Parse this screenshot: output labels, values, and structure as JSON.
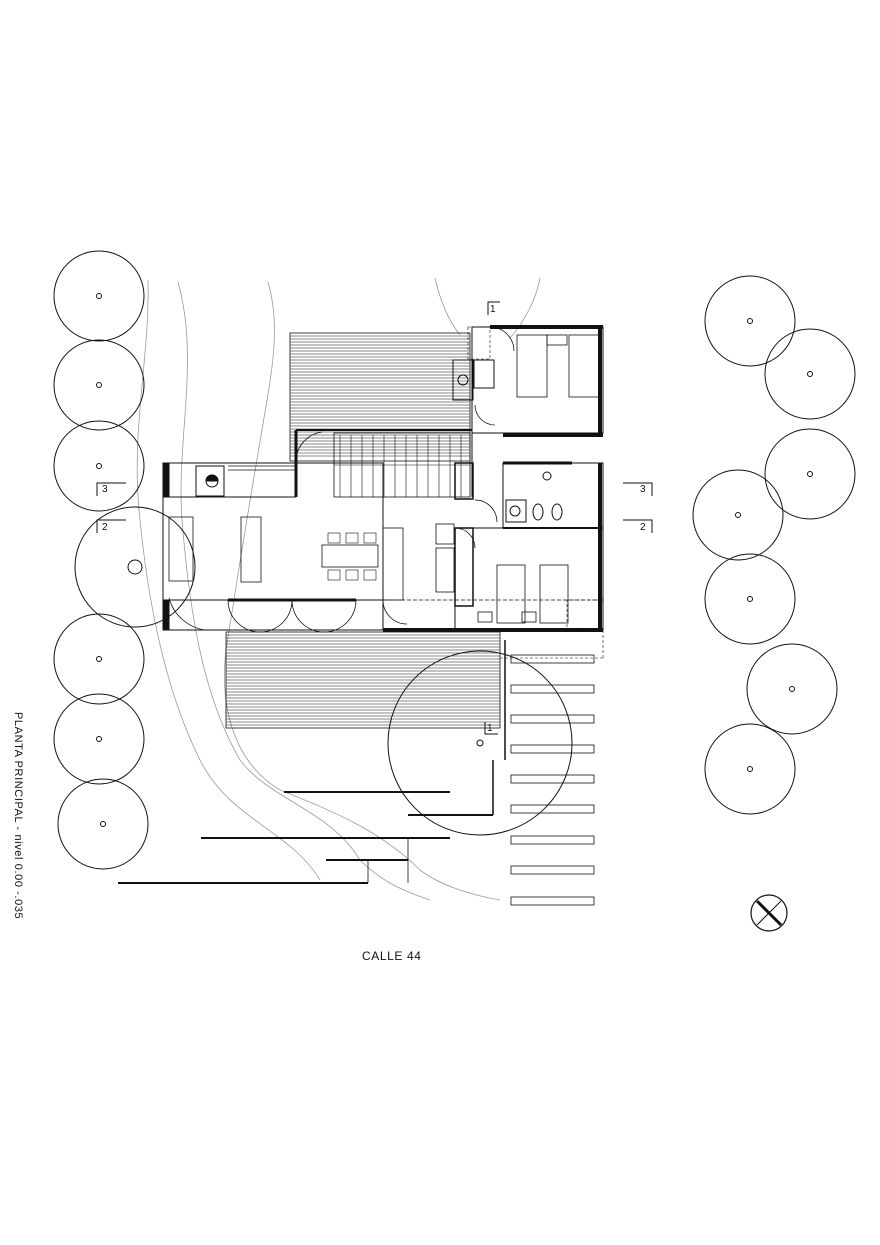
{
  "plan": {
    "title": "PLANTA PRINCIPAL - nivel 0.00 -.035",
    "street": "CALLE  44",
    "section_marks": [
      {
        "label": "1",
        "side": "top"
      },
      {
        "label": "3",
        "side": "left"
      },
      {
        "label": "2",
        "side": "left"
      },
      {
        "label": "3",
        "side": "right"
      },
      {
        "label": "2",
        "side": "right"
      },
      {
        "label": "1",
        "side": "bottom"
      }
    ]
  },
  "icons": {
    "north_arrow": "north-arrow-icon"
  },
  "colors": {
    "line": "#111111",
    "contour": "#9a9a9a",
    "background": "#ffffff"
  }
}
